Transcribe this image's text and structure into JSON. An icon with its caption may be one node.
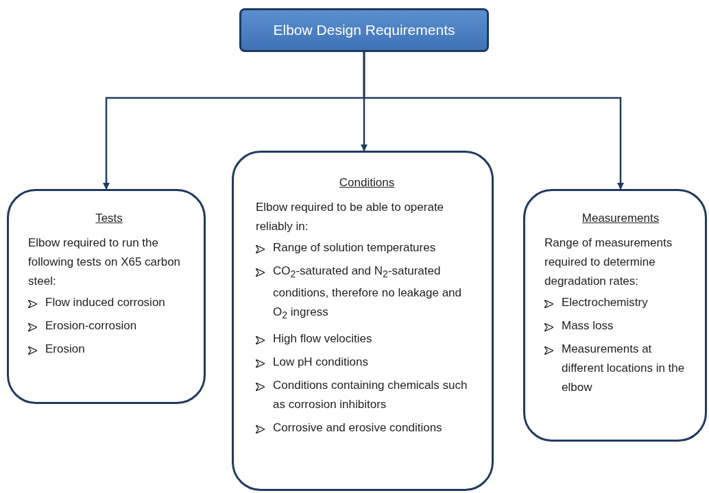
{
  "diagram": {
    "nodes": [
      {
        "text": [
          "Elbow Design Requirements"
        ]
      },
      {
        "text": [
          "Tests",
          "Elbow required to run the following tests on X65 carbon steel:",
          "Flow induced corrosion",
          "Erosion-corrosion",
          "Erosion"
        ]
      },
      {
        "text": [
          "Conditions",
          "Elbow required to be able to operate reliably in:",
          "Range of solution temperatures",
          "CO$_{2}$-saturated and N$_{2}$-saturated conditions, therefore no leakage and O$_{2}$ ingress",
          "High flow velocities",
          "Low pH conditions",
          "Conditions containing chemicals such as corrosion inhibitors",
          "Corrosive and erosive conditions"
        ]
      },
      {
        "text": [
          "Measurements",
          "Range of measurements required to determine degradation rates:",
          "Electrochemistry",
          "Mass loss",
          "Measurements at different locations in the elbow"
        ]
      }
    ],
    "edges": [
      {
        "from": 0,
        "to": 1,
        "arrow": "to"
      },
      {
        "from": 0,
        "to": 2,
        "arrow": "to"
      },
      {
        "from": 0,
        "to": 3,
        "arrow": "to"
      }
    ]
  }
}
